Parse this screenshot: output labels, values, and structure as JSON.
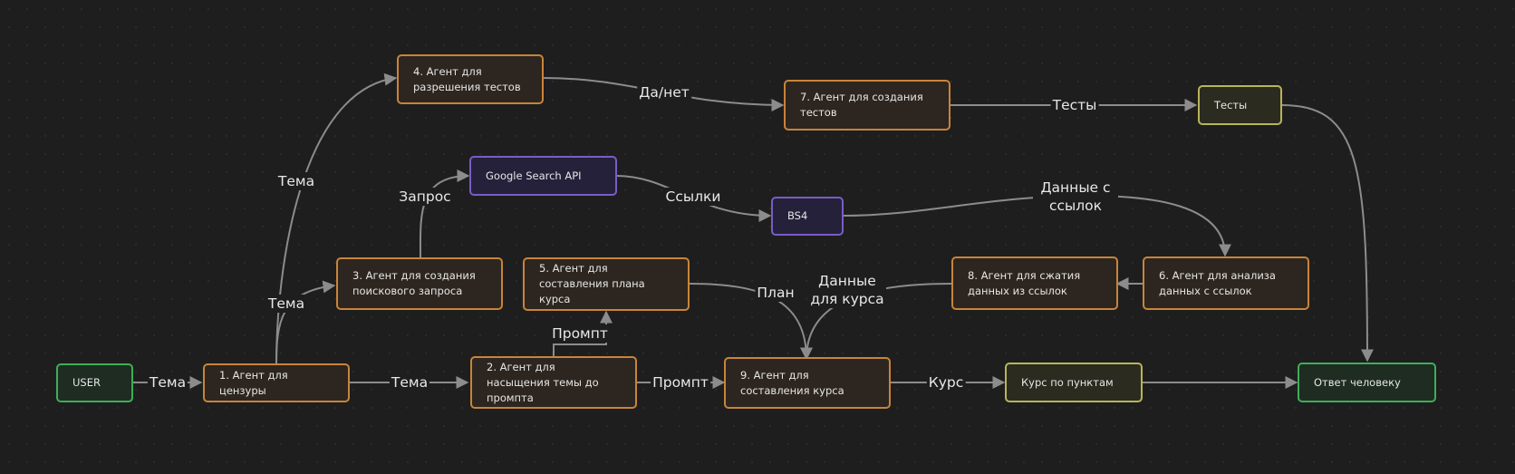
{
  "colors": {
    "background": "#1e1e1e",
    "agent_border": "#c8843a",
    "user_border": "#3fae58",
    "tool_border": "#7a5cc6",
    "result_border": "#b9b55a",
    "edge": "#8c8c8c"
  },
  "nodes": {
    "user": "USER",
    "agent1": "1. Агент для цензуры",
    "agent2": "2. Агент для насыщения темы до промпта",
    "agent3": "3. Агент для создания поискового запроса",
    "agent4": "4. Агент для разрешения тестов",
    "agent5": "5. Агент для составления плана курса",
    "agent6": "6. Агент для анализа данных с ссылок",
    "agent7": "7. Агент для создания тестов",
    "agent8": "8. Агент для сжатия данных из ссылок",
    "agent9": "9. Агент для составления курса",
    "google": "Google Search API",
    "bs4": "BS4",
    "tests": "Тесты",
    "course_points": "Курс по пунктам",
    "answer": "Ответ человеку"
  },
  "edge_labels": {
    "user_to_1": "Тема",
    "a1_to_2": "Тема",
    "a1_to_3": "Тема",
    "a1_to_4": "Тема",
    "a3_to_google": "Запрос",
    "google_to_bs4": "Ссылки",
    "bs4_to_6": "Данные с ссылок",
    "a4_to_7": "Да/нет",
    "a7_to_tests": "Тесты",
    "a2_to_5": "Промпт",
    "a2_to_9": "Промпт",
    "a5_to_9": "План",
    "a8_to_9": "Данные для курса",
    "a9_to_course": "Курс"
  }
}
